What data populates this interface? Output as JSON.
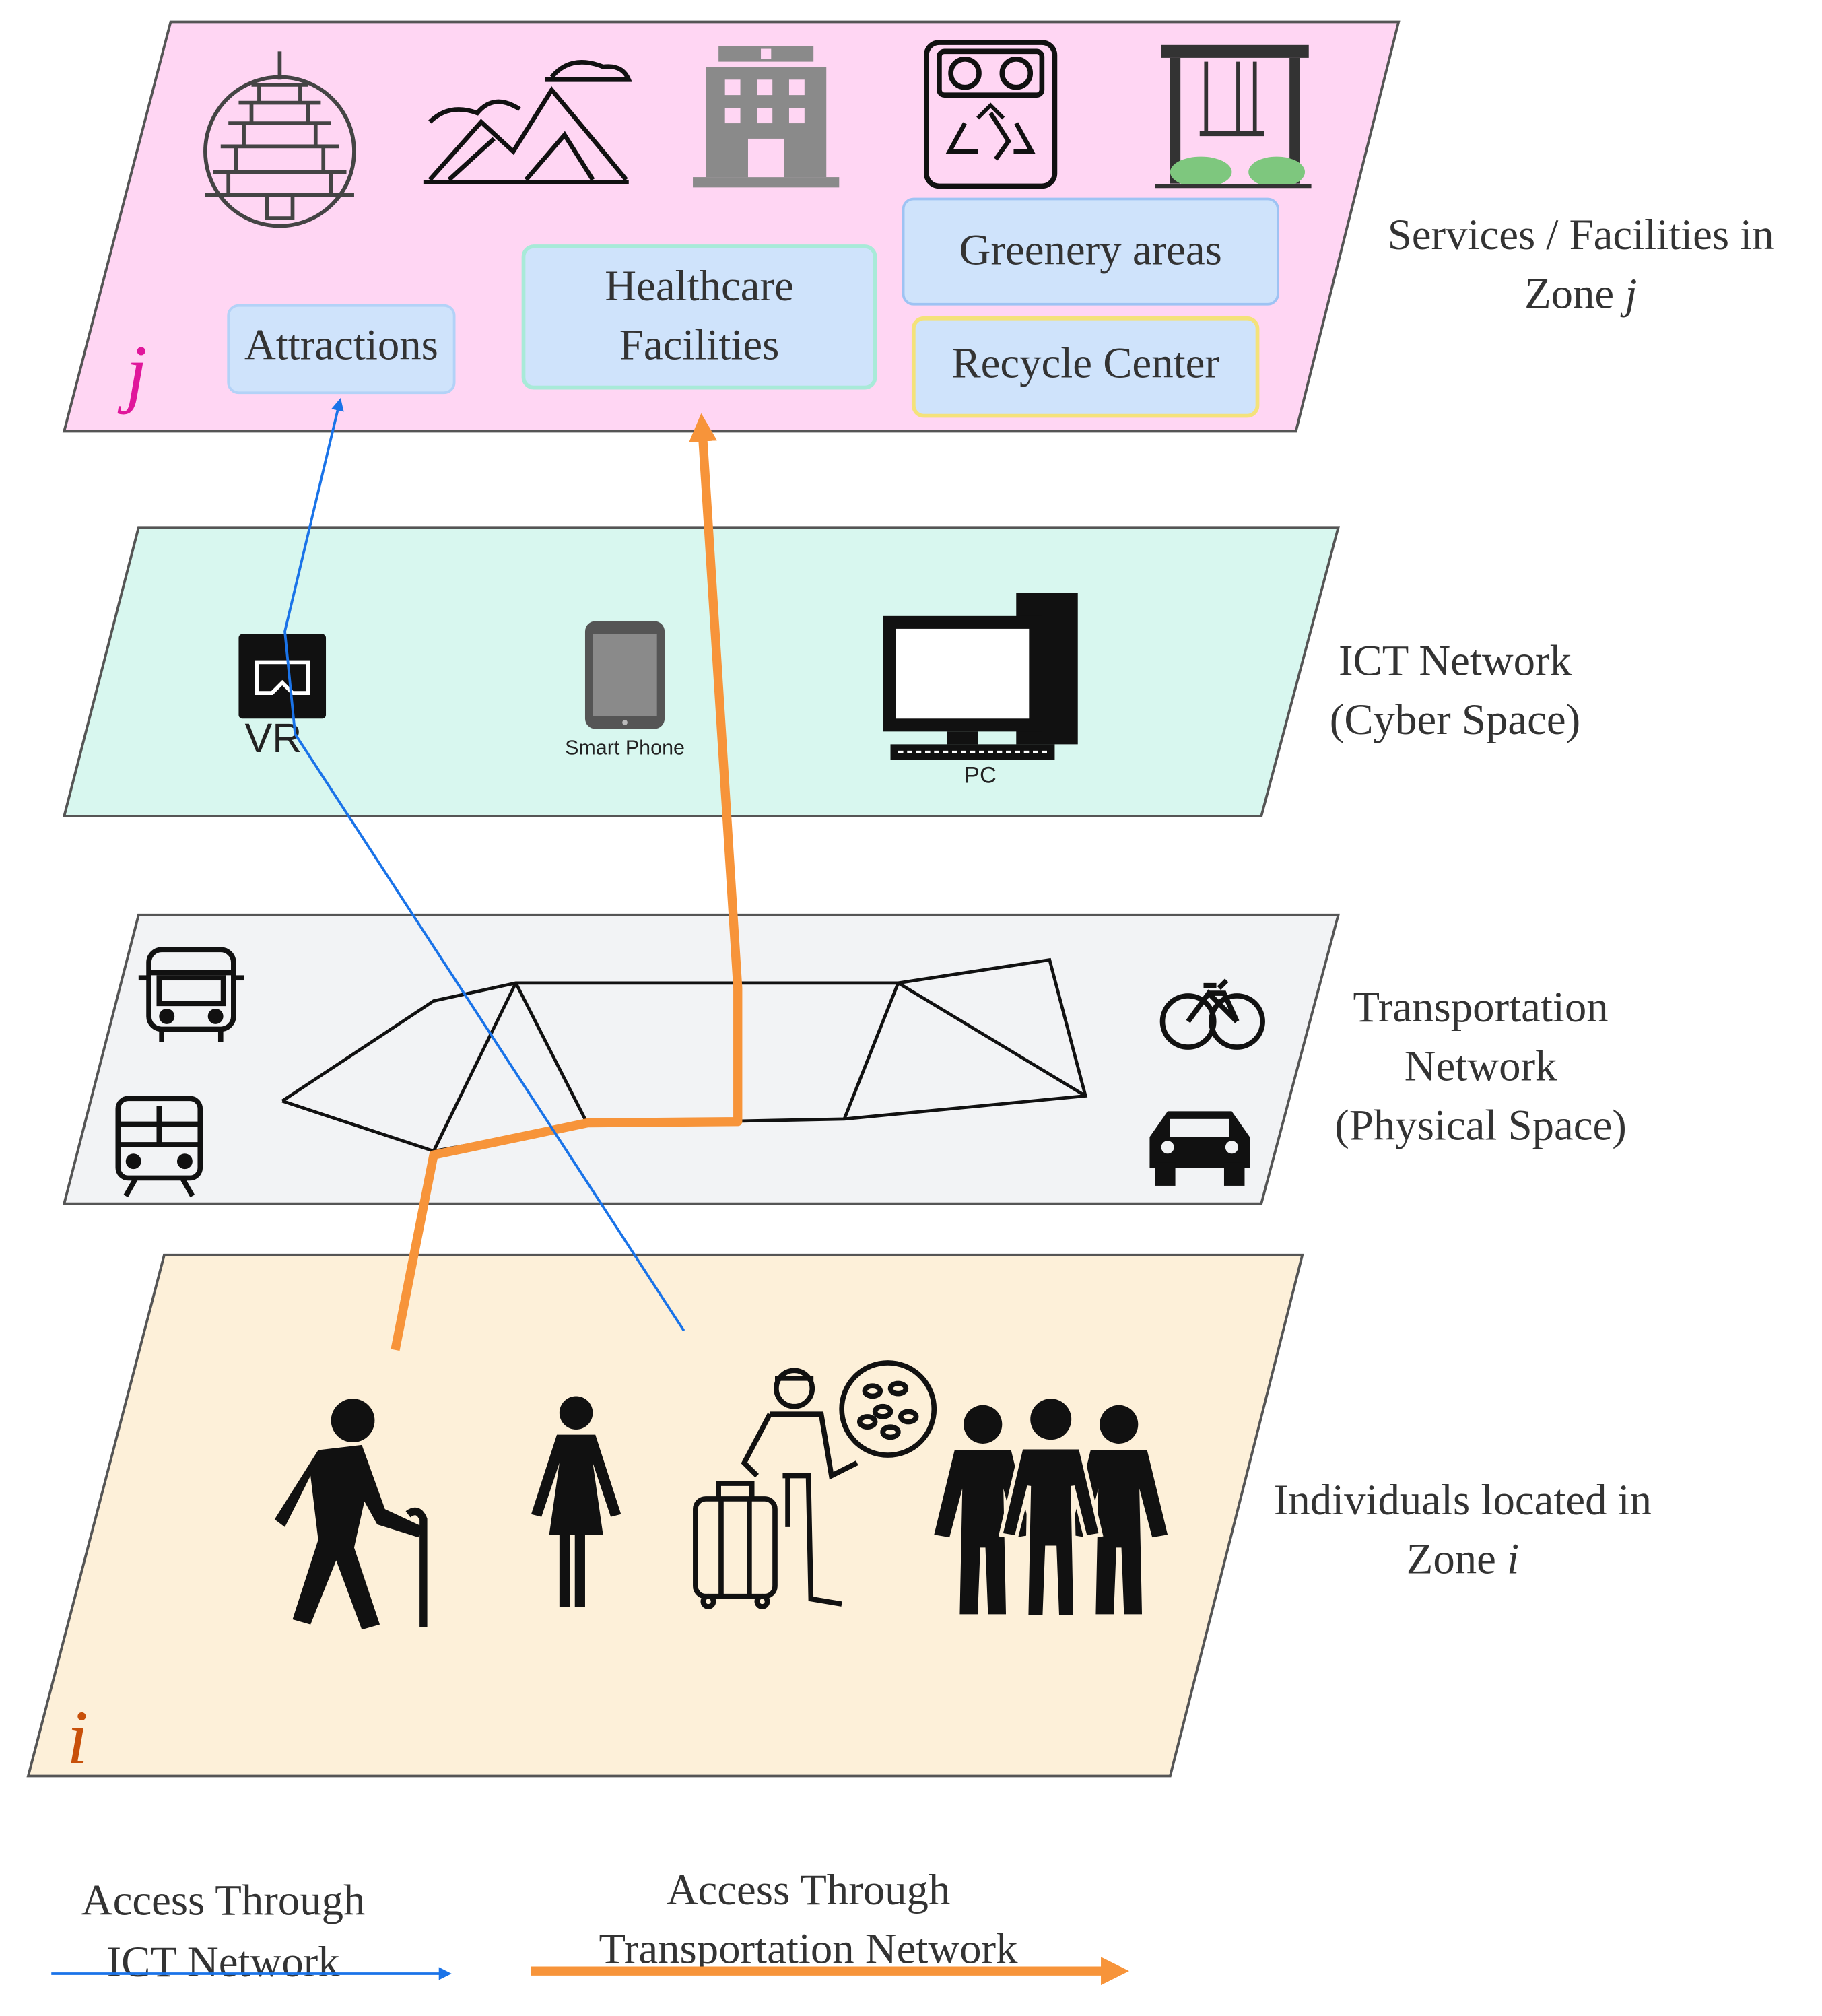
{
  "layers": {
    "services": {
      "zone_letter": "j",
      "side_label_line1": "Services / Facilities in",
      "side_label_line2_prefix": "Zone ",
      "side_label_line2_italic": "j",
      "boxes": {
        "attractions": "Attractions",
        "healthcare_line1": "Healthcare",
        "healthcare_line2": "Facilities",
        "greenery": "Greenery areas",
        "recycle": "Recycle Center"
      },
      "icons": [
        "pagoda-icon",
        "mountains-icon",
        "hospital-icon",
        "recycle-bin-icon",
        "park-swing-icon"
      ],
      "fill": "#ffd6f3"
    },
    "ict": {
      "side_label_line1": "ICT Network",
      "side_label_line2": "(Cyber Space)",
      "devices": {
        "vr": "VR",
        "phone": "Smart Phone",
        "pc": "PC"
      },
      "fill": "#d8f7ef"
    },
    "transport": {
      "side_label_line1": "Transportation",
      "side_label_line2": "Network",
      "side_label_line3": "(Physical Space)",
      "icons": [
        "bus-icon",
        "train-icon",
        "bicycle-icon",
        "car-icon"
      ],
      "fill": "#f2f3f5"
    },
    "individuals": {
      "zone_letter": "i",
      "side_label_line1": "Individuals located in",
      "side_label_line2_prefix": "Zone ",
      "side_label_line2_italic": "i",
      "icons": [
        "elderly-person-icon",
        "woman-icon",
        "traveler-with-luggage-icon",
        "group-of-people-icon"
      ],
      "fill": "#fdf0d9"
    }
  },
  "legend": {
    "ict_line1": "Access Through",
    "ict_line2": "ICT Network",
    "transport_line1": "Access Through",
    "transport_line2": "Transportation Network"
  },
  "colors": {
    "ict_access": "#1a73e8",
    "transport_access": "#f7943a",
    "zone_j": "#e0179b",
    "zone_i": "#c8500a",
    "label_box_fill": "#cfe3fb"
  }
}
